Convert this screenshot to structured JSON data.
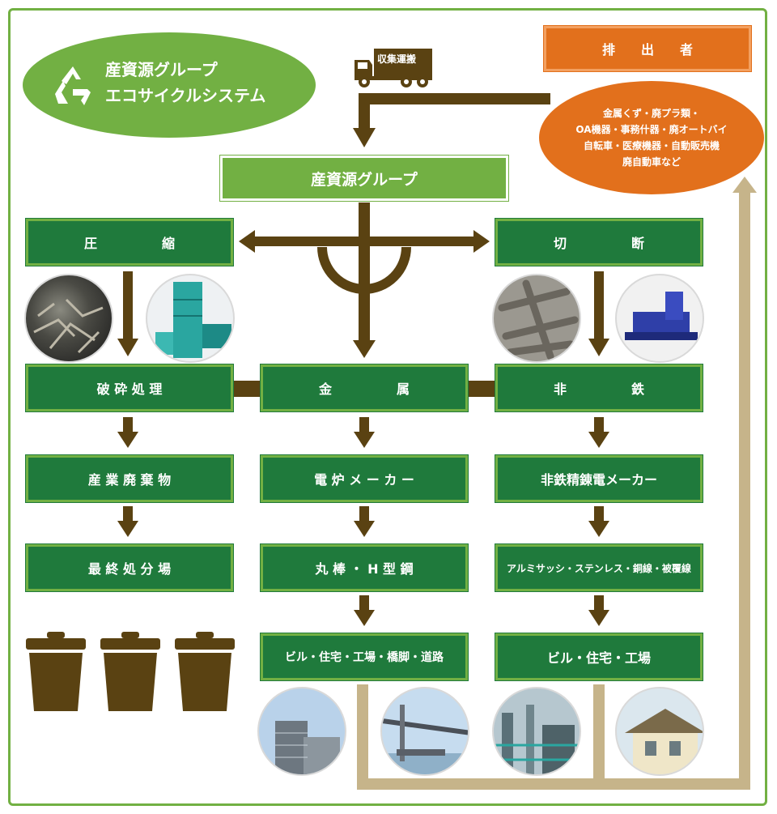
{
  "title": {
    "line1": "産資源グループ",
    "line2": "エコサイクルシステム"
  },
  "truck_label": "収集運搬",
  "discharger": {
    "label": "排　　出　　者",
    "items_line1": "金属くず・廃プラ類・",
    "items_line2": "OA機器・事務什器・廃オートバイ",
    "items_line3": "自転車・医療機器・自動販売機",
    "items_line4": "廃自動車など"
  },
  "center_group": "産資源グループ",
  "left_column": {
    "compress": "圧　　　　　縮",
    "crush": "破 砕 処 理",
    "industrial_waste": "産 業 廃 棄 物",
    "final_disposal": "最 終 処 分 場"
  },
  "middle_column": {
    "metal": "金　　　　　属",
    "electric_furnace": "電 炉 メ ー カ ー",
    "steel": "丸 棒 ・ H 型 鋼",
    "buildings": "ビル・住宅・工場・橋脚・道路"
  },
  "right_column": {
    "cutting": "切　　　　　断",
    "nonferrous": "非　　　　　鉄",
    "refinery": "非鉄精錬電メーカー",
    "products": "アルミサッシ・ステンレス・銅線・被覆線",
    "buildings": "ビル・住宅・工場"
  },
  "colors": {
    "dark_green": "#1f7a3c",
    "light_green": "#72b043",
    "brown": "#5a4212",
    "orange": "#e2701c",
    "tan": "#c6b48a"
  }
}
